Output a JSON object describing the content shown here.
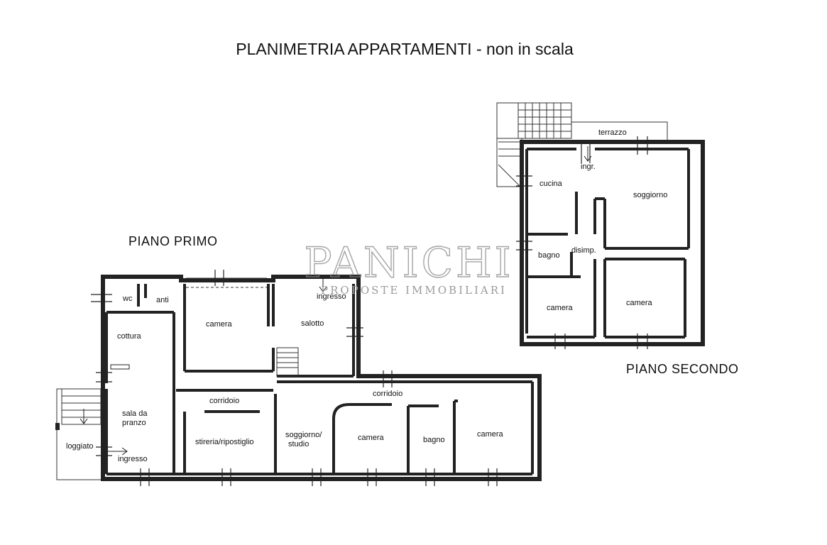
{
  "title": "PLANIMETRIA APPARTAMENTI - non in scala",
  "floors": {
    "first": {
      "label": "PIANO PRIMO",
      "rooms": {
        "wc": "wc",
        "anti": "anti",
        "cottura": "cottura",
        "sala_line1": "sala da",
        "sala_line2": "pranzo",
        "ingresso_left": "ingresso",
        "loggiato": "loggiato",
        "camera_top": "camera",
        "salotto": "salotto",
        "ingresso_top": "ingresso",
        "corridoio_left": "corridoio",
        "stireria": "stireria/ripostiglio",
        "soggiorno_line1": "soggiorno/",
        "soggiorno_line2": "studio",
        "corridoio_right": "corridoio",
        "camera_mid": "camera",
        "bagno": "bagno",
        "camera_right": "camera"
      }
    },
    "second": {
      "label": "PIANO SECONDO",
      "rooms": {
        "terrazzo": "terrazzo",
        "ingr": "ingr.",
        "cucina": "cucina",
        "soggiorno": "soggiorno",
        "bagno": "bagno",
        "disimp": "disimp.",
        "camera_left": "camera",
        "camera_right": "camera"
      }
    }
  },
  "watermark": {
    "brand": "PANICHI",
    "tagline": "PROPOSTE IMMOBILIARI"
  }
}
